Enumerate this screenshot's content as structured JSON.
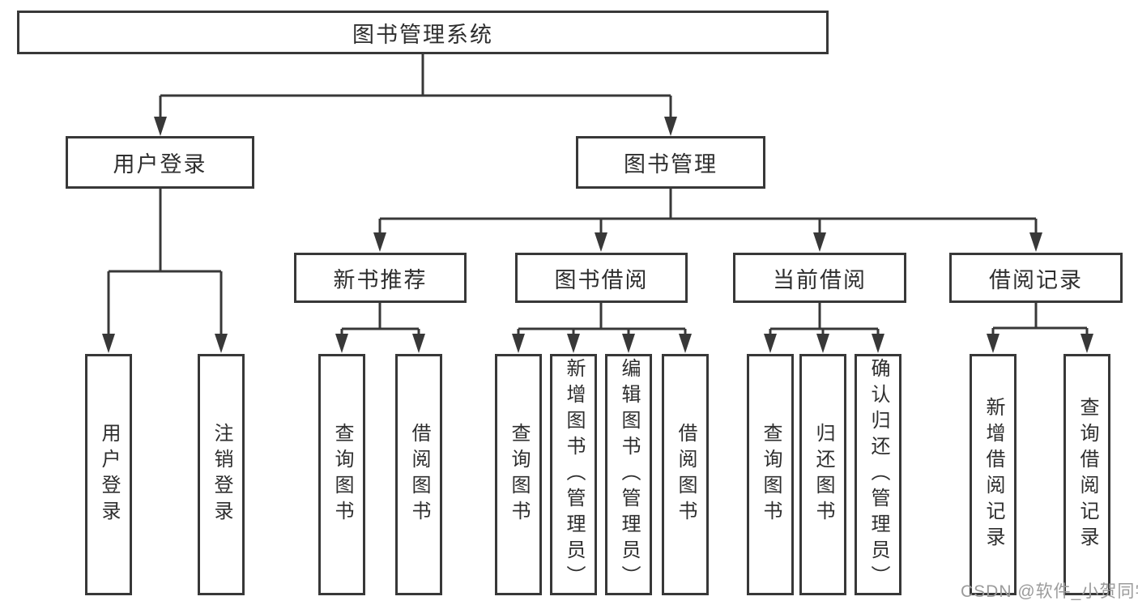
{
  "diagram": {
    "root": {
      "label": "图书管理系统"
    },
    "branches": [
      {
        "label": "用户登录",
        "children": [
          {
            "label": "用户登录"
          },
          {
            "label": "注销登录"
          }
        ]
      },
      {
        "label": "图书管理",
        "groups": [
          {
            "label": "新书推荐",
            "children": [
              {
                "label": "查询图书"
              },
              {
                "label": "借阅图书"
              }
            ]
          },
          {
            "label": "图书借阅",
            "children": [
              {
                "label": "查询图书"
              },
              {
                "label": "新增图书（管理员）"
              },
              {
                "label": "编辑图书（管理员）"
              },
              {
                "label": "借阅图书"
              }
            ]
          },
          {
            "label": "当前借阅",
            "children": [
              {
                "label": "查询图书"
              },
              {
                "label": "归还图书"
              },
              {
                "label": "确认归还（管理员）"
              }
            ]
          },
          {
            "label": "借阅记录",
            "children": [
              {
                "label": "新增借阅记录"
              },
              {
                "label": "查询借阅记录"
              }
            ]
          }
        ]
      }
    ],
    "watermark": "CSDN @软件_小贺同学",
    "colors": {
      "line": "#383838",
      "text": "#2e2e2e",
      "watermark": "#9b9b9b",
      "background": "#ffffff"
    }
  }
}
